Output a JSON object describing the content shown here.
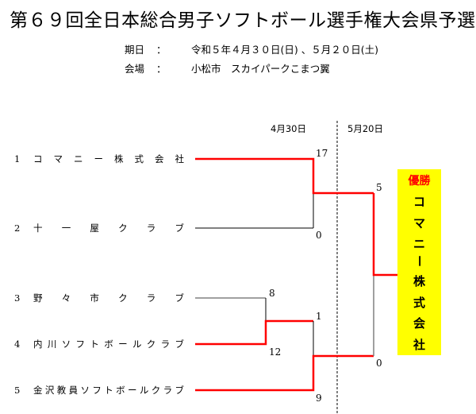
{
  "title": "第６９回全日本総合男子ソフトボール選手権大会県予選",
  "info": {
    "date_label": "期日",
    "date_sep": "：",
    "date_value": "令和５年４月３０日(日) 、５月２０日(土)",
    "venue_label": "会場",
    "venue_sep": "：",
    "venue_value": "小松市　スカイパークこまつ翼"
  },
  "columns": {
    "round1_date": "4月30日",
    "round2_date": "5月20日"
  },
  "teams": [
    {
      "seed": "1",
      "name": "コマニー株式会社"
    },
    {
      "seed": "2",
      "name": "十一屋クラブ"
    },
    {
      "seed": "3",
      "name": "野々市クラブ"
    },
    {
      "seed": "4",
      "name": "内川ソフトボールクラブ"
    },
    {
      "seed": "5",
      "name": "金沢教員ソフトボールクラブ"
    }
  ],
  "scores": {
    "m1_team1": "17",
    "m1_team2": "0",
    "m2_team3": "8",
    "m2_team4": "12",
    "m3_winner34": "1",
    "m3_team5": "9",
    "final_top": "5",
    "final_bottom": "0"
  },
  "champion": {
    "label": "優勝",
    "chars": [
      "コ",
      "マ",
      "ニ",
      "ー",
      "株",
      "式",
      "会",
      "社"
    ]
  },
  "colors": {
    "winner_line": "#ff0000",
    "loser_line": "#000000",
    "loser_line_gray": "#808080",
    "champion_bg": "#ffff00",
    "champion_label": "#ff0000"
  }
}
